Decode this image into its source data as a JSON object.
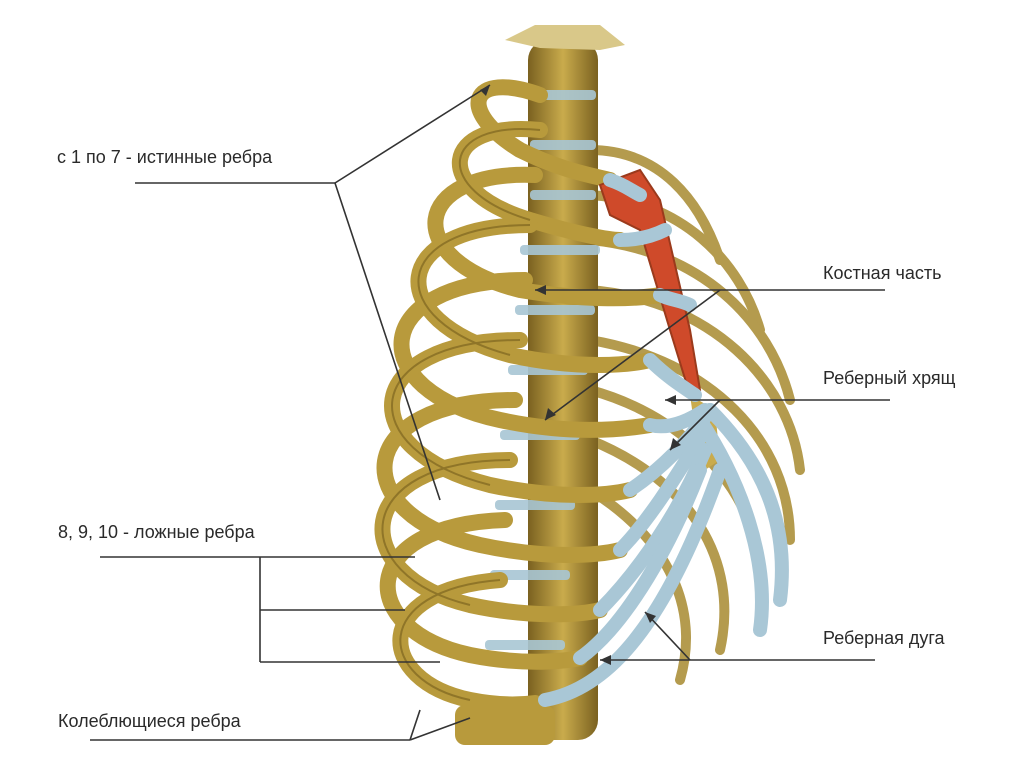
{
  "labels": {
    "true_ribs": "с 1 по 7 - истинные ребра",
    "false_ribs": "8, 9, 10 - ложные ребра",
    "floating_ribs": "Колеблющиеся ребра",
    "bony_part": "Костная часть",
    "costal_cartilage": "Реберный хрящ",
    "costal_arch": "Реберная дуга"
  },
  "colors": {
    "bone": "#b89a3c",
    "bone_dark": "#7a6120",
    "cartilage": "#a9c7d6",
    "sternum": "#cf4a2a",
    "leader_line": "#333333"
  }
}
